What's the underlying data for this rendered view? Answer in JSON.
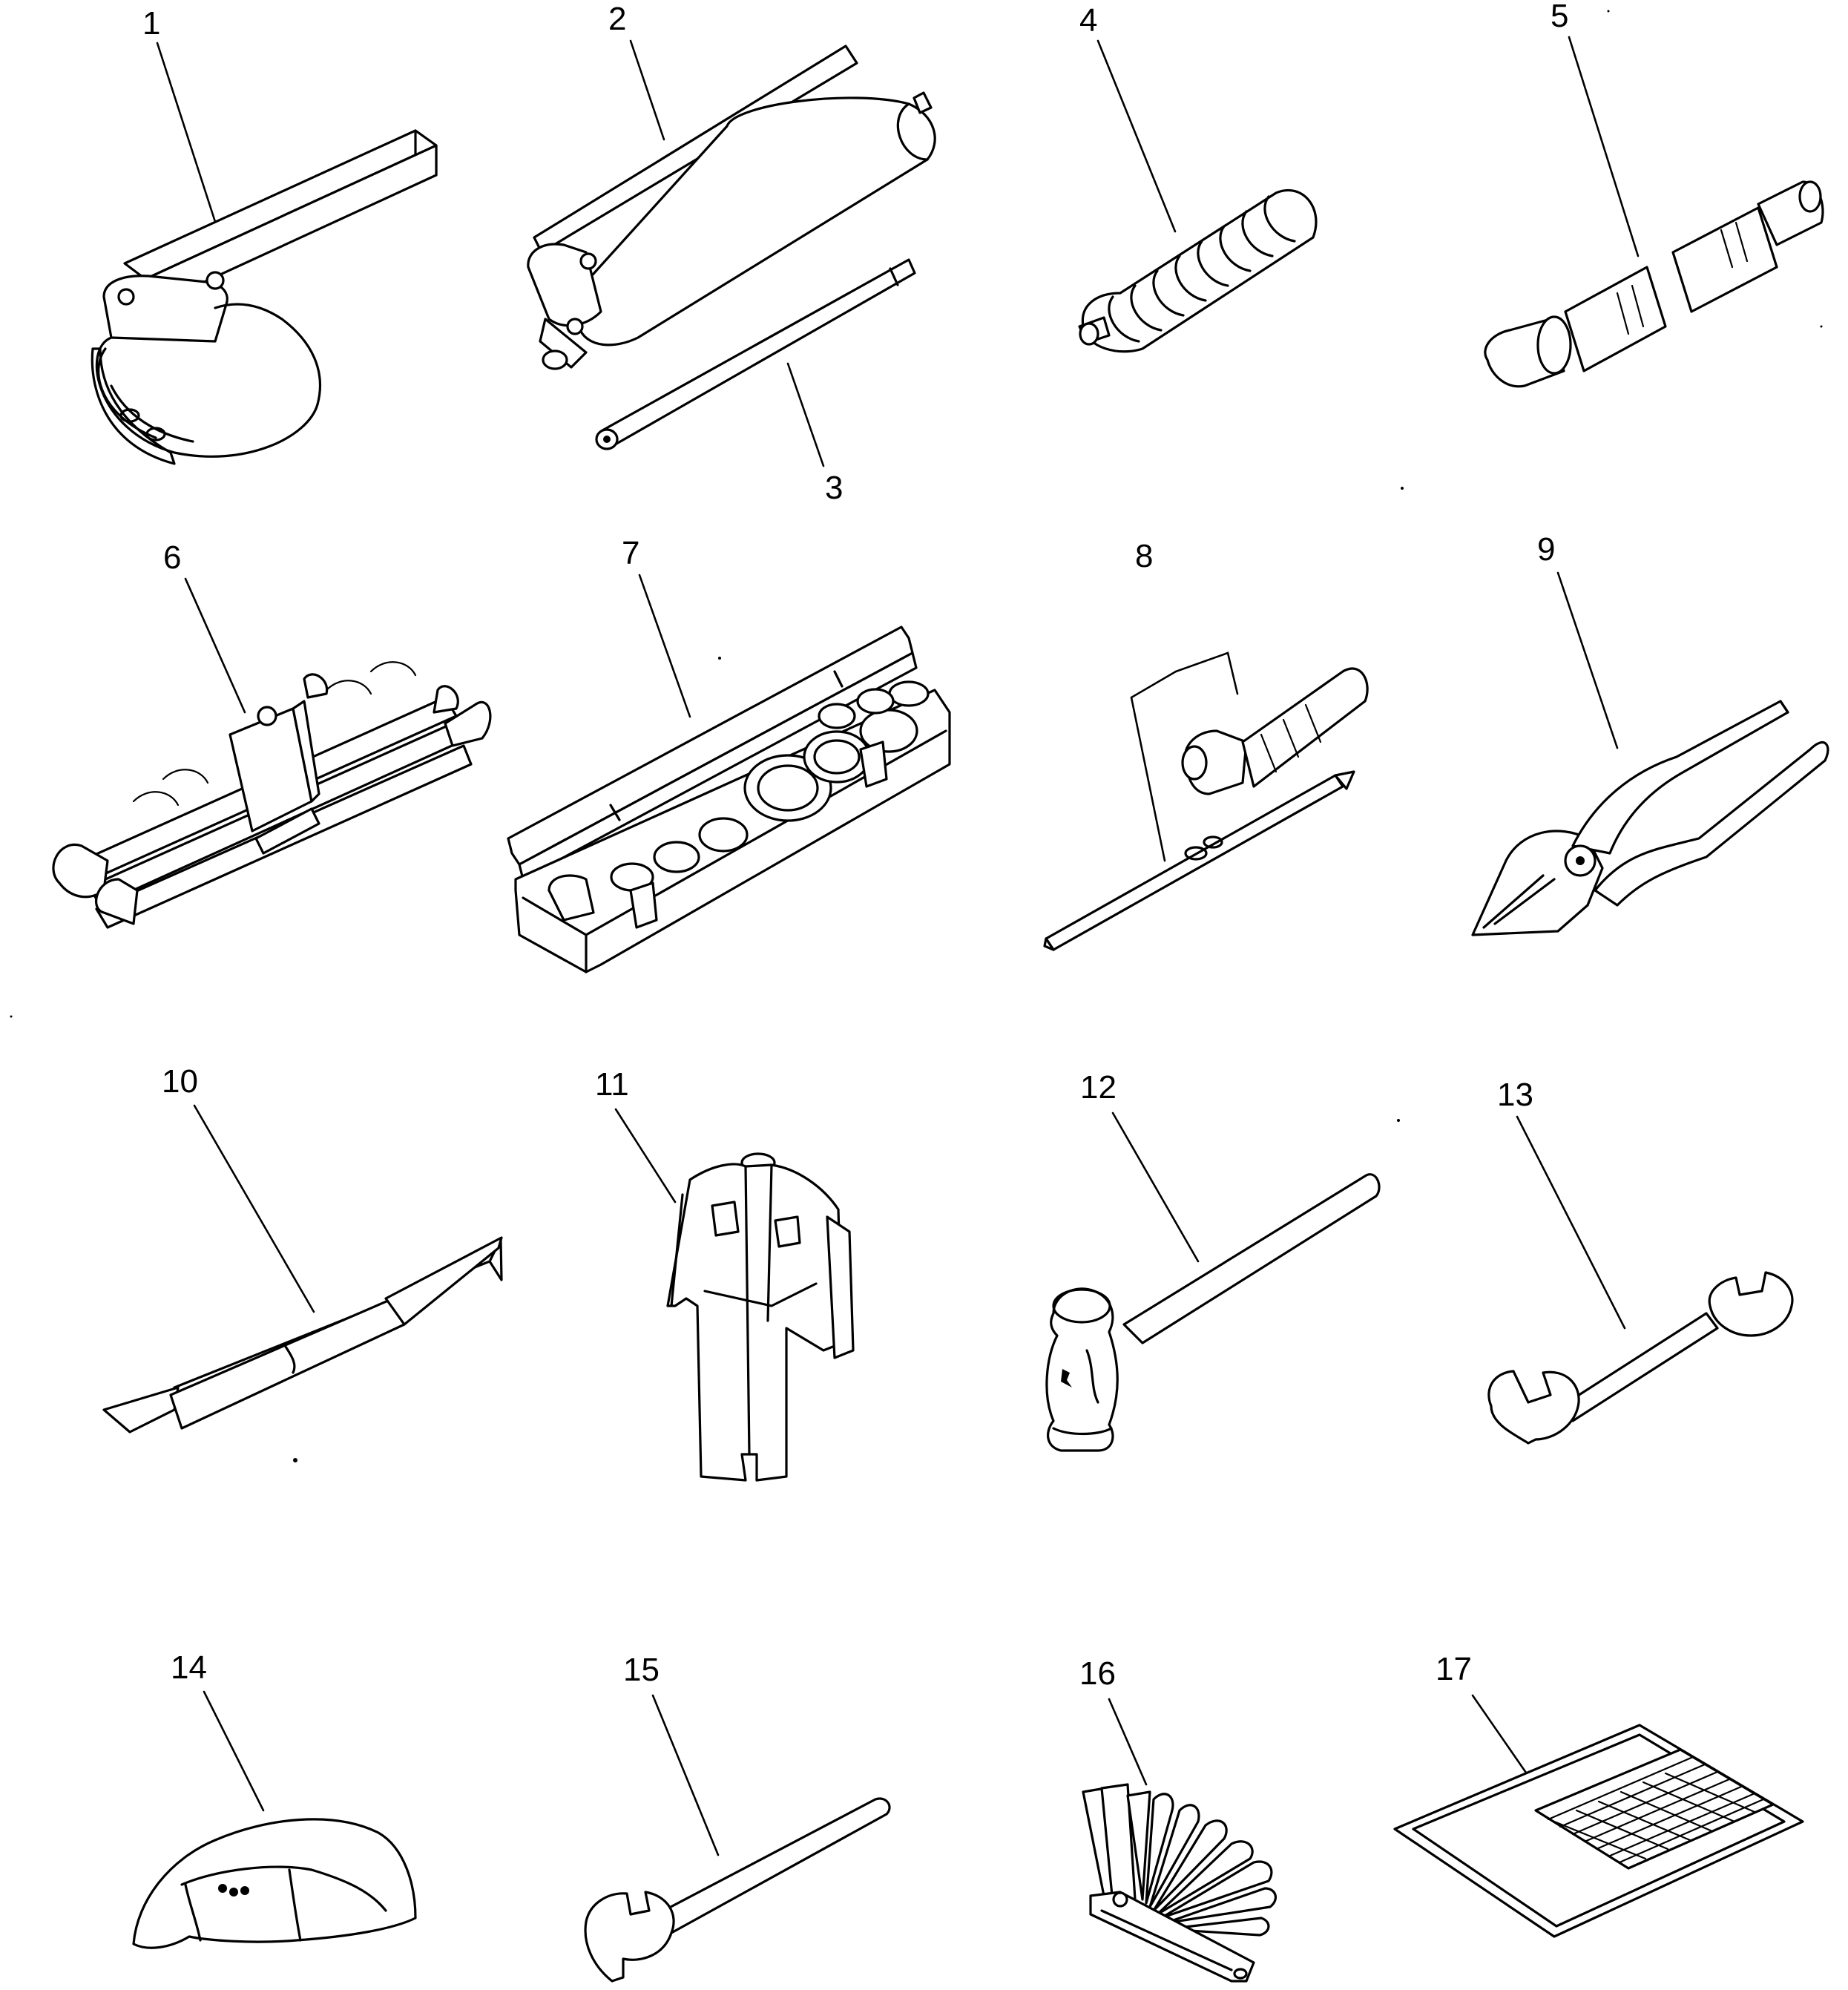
{
  "parts": [
    {
      "label": "1"
    },
    {
      "label": "2"
    },
    {
      "label": "3"
    },
    {
      "label": "4"
    },
    {
      "label": "5"
    },
    {
      "label": "6"
    },
    {
      "label": "7"
    },
    {
      "label": "8"
    },
    {
      "label": "9"
    },
    {
      "label": "10"
    },
    {
      "label": "11"
    },
    {
      "label": "12"
    },
    {
      "label": "13"
    },
    {
      "label": "14"
    },
    {
      "label": "15"
    },
    {
      "label": "16"
    },
    {
      "label": "17"
    }
  ]
}
